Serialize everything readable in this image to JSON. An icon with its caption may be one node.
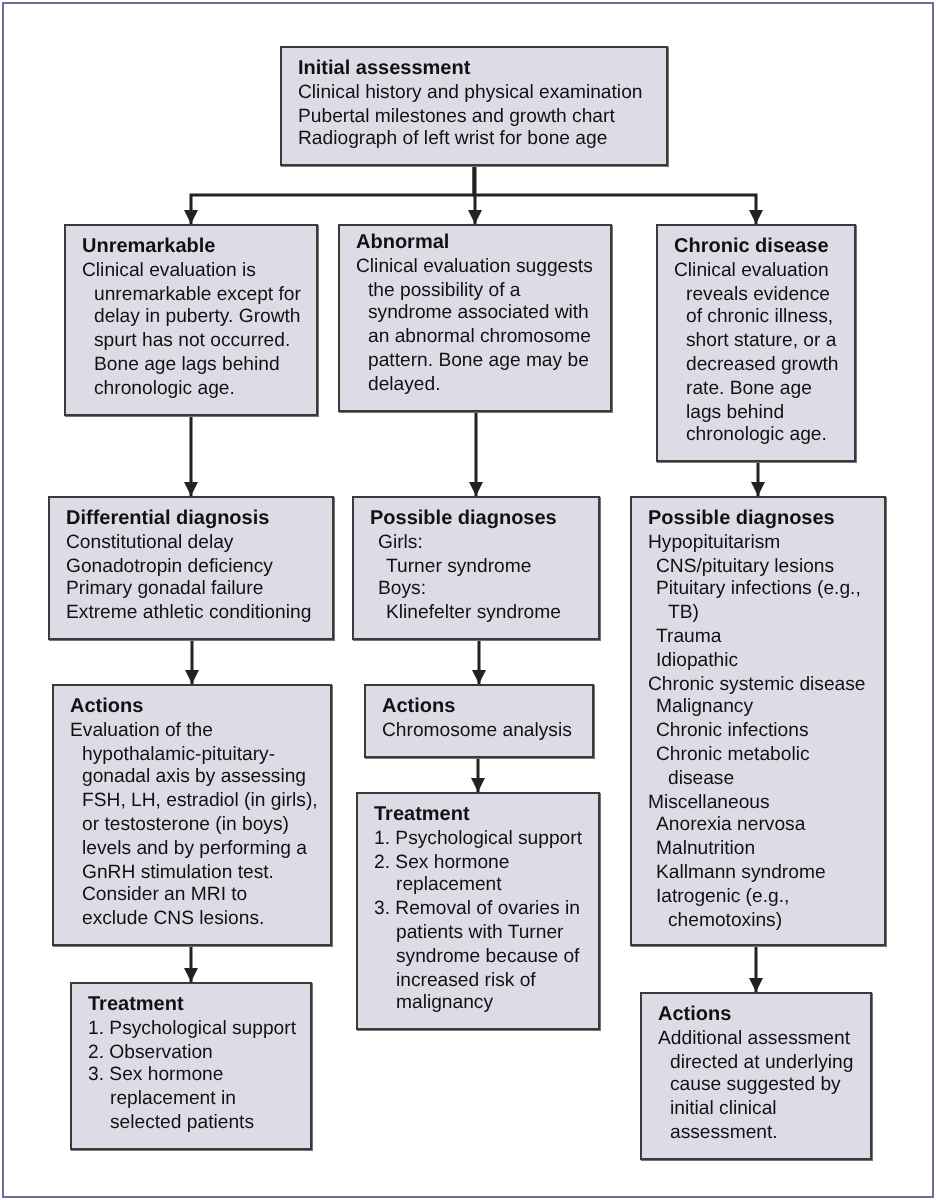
{
  "diagram": {
    "nodes": [
      {
        "text": [
          "Initial assessment",
          "Clinical history and physical examination",
          "Pubertal milestones and growth chart",
          "Radiograph of left wrist for bone age"
        ]
      },
      {
        "text": [
          "Unremarkable",
          "Clinical evaluation is unremarkable except for delay in puberty. Growth spurt has not occurred. Bone age lags behind chronologic age."
        ]
      },
      {
        "text": [
          "Abnormal",
          "Clinical evaluation suggests the possibility of a syndrome associated with an abnormal chromosome pattern. Bone age may be delayed."
        ]
      },
      {
        "text": [
          "Chronic disease",
          "Clinical evaluation reveals evidence of chronic illness, short stature, or a decreased growth rate. Bone age lags behind chronologic age."
        ]
      },
      {
        "text": [
          "Differential diagnosis",
          "Constitutional delay",
          "Gonadotropin deficiency",
          "Primary gonadal failure",
          "Extreme athletic conditioning"
        ]
      },
      {
        "text": [
          "Possible diagnoses",
          "Girls:",
          "Turner syndrome",
          "Boys:",
          "Klinefelter syndrome"
        ]
      },
      {
        "text": [
          "Possible diagnoses",
          "Hypopituitarism",
          "CNS/pituitary lesions",
          "Pituitary infections (e.g., TB)",
          "Trauma",
          "Idiopathic",
          "Chronic systemic disease",
          "Malignancy",
          "Chronic infections",
          "Chronic metabolic disease",
          "Miscellaneous",
          "Anorexia nervosa",
          "Malnutrition",
          "Kallmann syndrome",
          "Iatrogenic (e.g., chemotoxins)"
        ]
      },
      {
        "text": [
          "Actions",
          "Evaluation of the hypothalamic-pituitary-gonadal axis by assessing FSH, LH, estradiol (in girls), or testosterone (in boys) levels and by performing a GnRH stimulation test. Consider an MRI to exclude CNS lesions."
        ]
      },
      {
        "text": [
          "Actions",
          "Chromosome analysis"
        ]
      },
      {
        "text": [
          "Treatment",
          "1. Psychological support",
          "2. Sex hormone replacement",
          "3. Removal of ovaries in patients with Turner syndrome because of increased risk of malignancy"
        ]
      },
      {
        "text": [
          "Treatment",
          "1. Psychological support",
          "2. Observation",
          "3. Sex hormone replacement in selected patients"
        ]
      },
      {
        "text": [
          "Actions",
          "Additional assessment directed at underlying cause suggested by initial clinical assessment."
        ]
      }
    ],
    "edges": [
      {
        "from": 0,
        "to": 1,
        "arrow": "to"
      },
      {
        "from": 0,
        "to": 2,
        "arrow": "to"
      },
      {
        "from": 0,
        "to": 3,
        "arrow": "to"
      },
      {
        "from": 1,
        "to": 4,
        "arrow": "to"
      },
      {
        "from": 2,
        "to": 5,
        "arrow": "to"
      },
      {
        "from": 3,
        "to": 6,
        "arrow": "to"
      },
      {
        "from": 4,
        "to": 7,
        "arrow": "to"
      },
      {
        "from": 5,
        "to": 8,
        "arrow": "to"
      },
      {
        "from": 8,
        "to": 9,
        "arrow": "to"
      },
      {
        "from": 7,
        "to": 10,
        "arrow": "to"
      },
      {
        "from": 6,
        "to": 11,
        "arrow": "to"
      }
    ]
  }
}
